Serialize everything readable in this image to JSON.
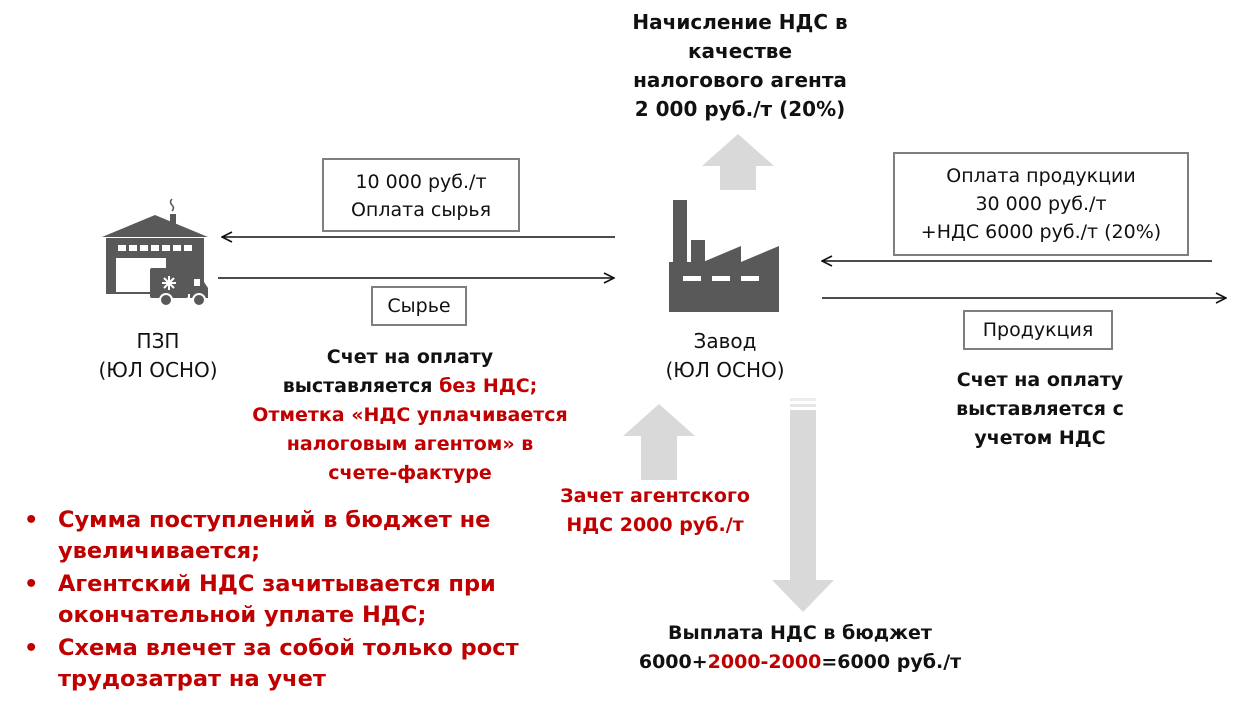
{
  "top_note": {
    "lines": [
      "Начисление НДС в",
      "качестве",
      "налогового агента",
      "2 000 руб./т (20%)"
    ]
  },
  "left_box": {
    "lines": [
      "10 000 руб./т",
      "Оплата сырья"
    ]
  },
  "raw_box": {
    "label": "Сырье"
  },
  "right_box": {
    "lines": [
      "Оплата продукции",
      "30 000 руб./т",
      "+НДС 6000 руб./т (20%)"
    ]
  },
  "product_box": {
    "label": "Продукция"
  },
  "supplier": {
    "name": "ПЗП",
    "form": "(ЮЛ ОСНО)"
  },
  "plant": {
    "name": "Завод",
    "form": "(ЮЛ ОСНО)"
  },
  "left_invoice": {
    "line1": "Счет на оплату",
    "line2_prefix": "выставляется ",
    "line2_red": "без НДС;",
    "mark_lines": [
      "Отметка «НДС уплачивается",
      "налоговым агентом» в",
      "счете-фактуре"
    ]
  },
  "right_invoice": {
    "lines": [
      "Счет на оплату",
      "выставляется с",
      "учетом НДС"
    ]
  },
  "offset_note": {
    "lines": [
      "Зачет агентского",
      "НДС 2000 руб./т"
    ]
  },
  "budget": {
    "line1": "Выплата НДС в бюджет",
    "formula_black1": "6000+",
    "formula_red": "2000-2000",
    "formula_black2": "=6000 руб./т"
  },
  "bullets": {
    "marker": "•",
    "items": [
      "Сумма поступлений в бюджет не увеличивается;",
      "Агентский НДС зачитывается при окончательной уплате НДС;",
      "Схема влечет за собой только рост трудозатрат на учет"
    ]
  },
  "colors": {
    "accent_red": "#c00000",
    "icon_gray": "#595959",
    "arrow_gray": "#d9d9d9",
    "box_border": "#7f7f7f"
  },
  "icons": {
    "supplier": "warehouse-truck-icon",
    "plant": "factory-icon"
  }
}
